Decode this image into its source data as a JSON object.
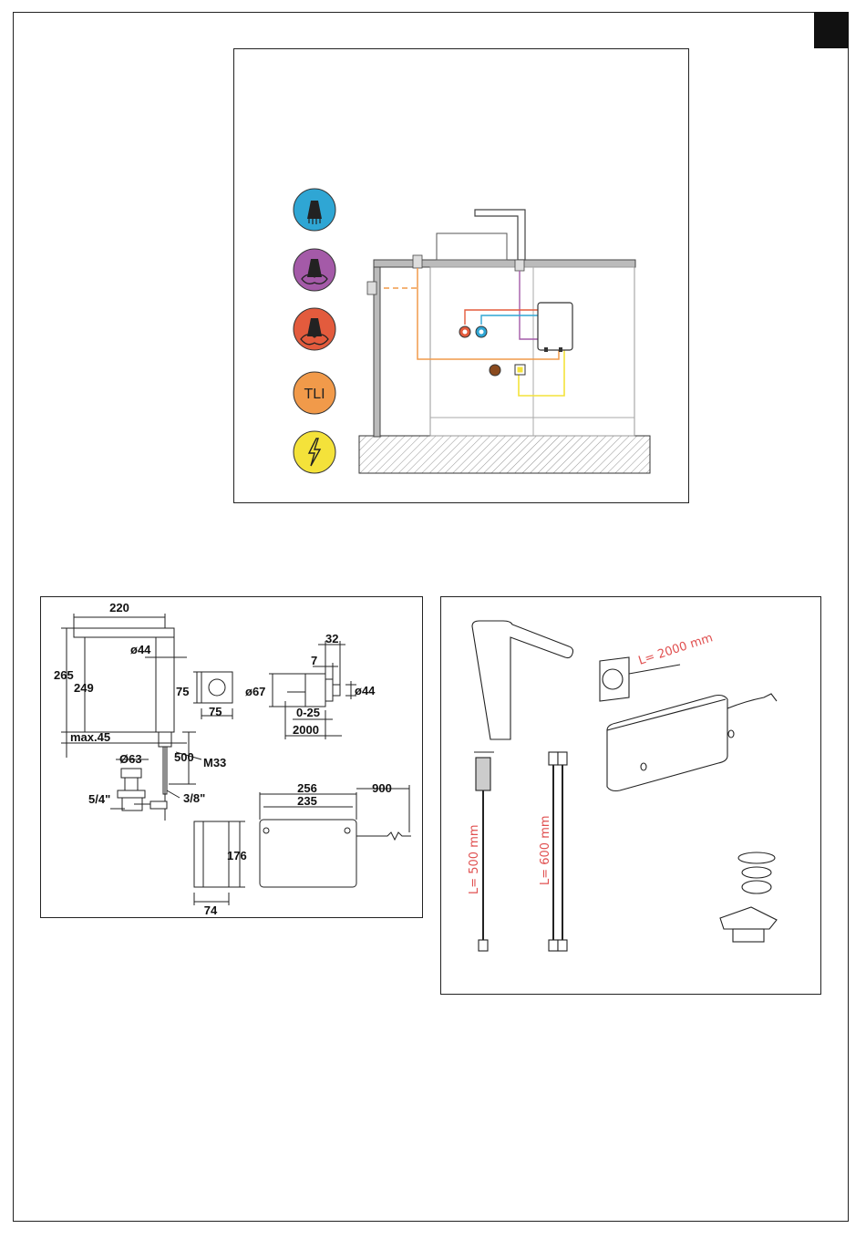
{
  "colors": {
    "cold_water": "#2fa6d4",
    "mixed_water": "#a45aa8",
    "hot_water": "#e35b3d",
    "tli": "#f19a4a",
    "electric": "#f4e23a",
    "red_label": "#e05050"
  },
  "installation": {
    "icons": [
      {
        "name": "cold-water-icon",
        "label": ""
      },
      {
        "name": "mixed-water-icon",
        "label": ""
      },
      {
        "name": "hot-water-icon",
        "label": ""
      },
      {
        "name": "tli-icon",
        "label": "TLI"
      },
      {
        "name": "electric-icon",
        "label": ""
      }
    ]
  },
  "dimensions": {
    "d220": "220",
    "d265": "265",
    "d249": "249",
    "d44a": "ø44",
    "d75h": "75",
    "d75w": "75",
    "max45": "max.45",
    "d63": "Ø63",
    "d500": "500",
    "m33": "M33",
    "d38": "3/8\"",
    "d54": "5/4\"",
    "d32": "32",
    "d7": "7",
    "d67": "ø67",
    "d44b": "ø44",
    "d025": "0-25",
    "d2000": "2000",
    "d256": "256",
    "d235": "235",
    "d900": "900",
    "d176": "176",
    "d74": "74"
  },
  "components": {
    "cable_length": "L= 2000 mm",
    "hose_500": "L= 500 mm",
    "hose_600": "L= 600 mm"
  }
}
